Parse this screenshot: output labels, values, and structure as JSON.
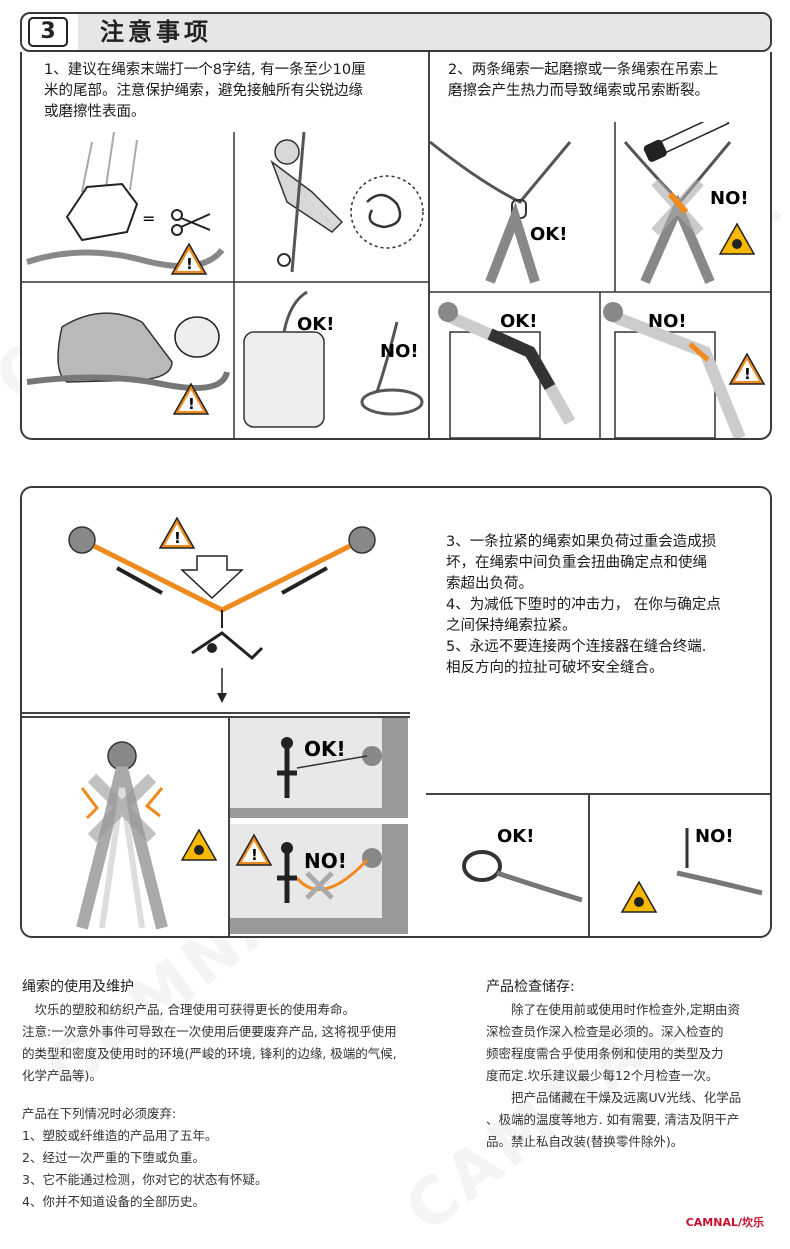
{
  "header": {
    "section_number": "3",
    "title": "注意事项"
  },
  "top_left": {
    "lines": [
      "1、建议在绳索末端打一个8字结, 有一条至少10厘",
      "米的尾部。注意保护绳索，避免接触所有尖锐边缘",
      "或磨擦性表面。"
    ]
  },
  "top_right": {
    "lines": [
      "2、两条绳索一起磨擦或一条绳索在吊索上",
      "磨擦会产生热力而导致绳索或吊索断裂。"
    ]
  },
  "middle_right": {
    "lines": [
      "3、一条拉紧的绳索如果负荷过重会造成损",
      "坏，在绳索中间负重会扭曲确定点和使绳",
      "索超出负荷。",
      "4、为减低下堕时的冲击力， 在你与确定点",
      "之间保持绳索拉紧。",
      "5、永远不要连接两个连接器在缝合终端.",
      "相反方向的拉扯可破坏安全缝合。"
    ]
  },
  "labels": {
    "ok": "OK!",
    "no": "NO!",
    "equals": "="
  },
  "care": {
    "title": "绳索的使用及维护",
    "lines": [
      "　坎乐的塑胶和纺织产品, 合理使用可获得更长的使用寿命。",
      "注意:一次意外事件可导致在一次使用后便要废弃产品, 这将视乎使用",
      "的类型和密度及使用时的环境(严峻的环境, 锋利的边缘, 极端的气候,",
      "化学产品等)。"
    ],
    "discard_title": "产品在下列情况时必须废弃:",
    "discard_items": [
      "1、塑胶或纤维造的产品用了五年。",
      "2、经过一次严重的下堕或负重。",
      "3、它不能通过检测，你对它的状态有怀疑。",
      "4、你并不知道设备的全部历史。"
    ]
  },
  "inspection": {
    "title": "产品检查储存:",
    "lines": [
      "　　除了在使用前或使用时作检查外,定期由资",
      "深检查员作深入检查是必须的。深入检查的",
      "频密程度需合乎使用条例和使用的类型及力",
      "度而定.坎乐建议最少每12个月检查一次。",
      "　　把产品储藏在干燥及远离UV光线、化学品",
      "、极端的温度等地方. 如有需要, 清洁及阴干产",
      "品。禁止私自改装(替换零件除外)。"
    ]
  },
  "brand": "CAMNAL/坎乐",
  "watermark": "CAMNAL",
  "colors": {
    "accent_orange": "#f08a1c",
    "warning_yellow": "#f6b900",
    "brand_red": "#c8102e",
    "line_dark": "#3a3a3a"
  }
}
